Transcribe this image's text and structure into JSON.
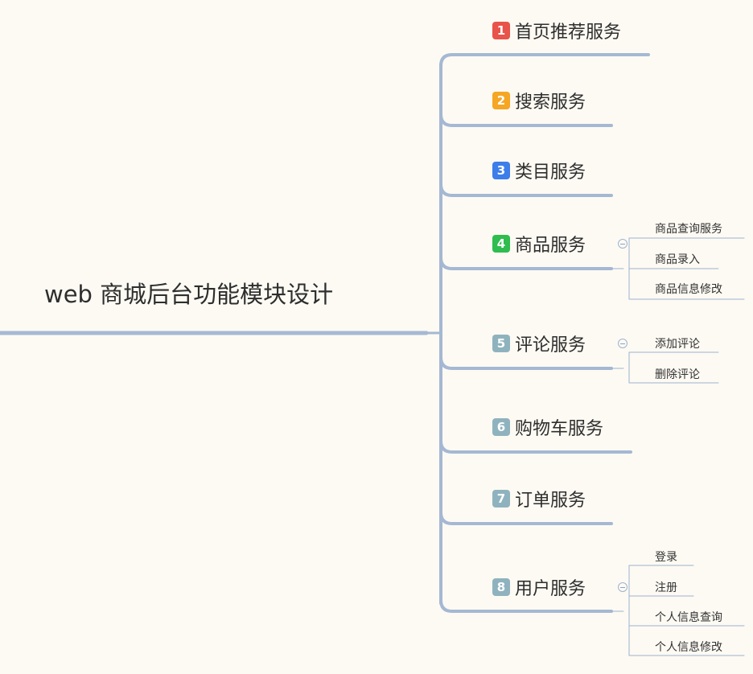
{
  "root": {
    "title": "web 商城后台功能模块设计"
  },
  "branches": [
    {
      "num": "1",
      "label": "首页推荐服务",
      "color": "#e8534a",
      "children": []
    },
    {
      "num": "2",
      "label": "搜索服务",
      "color": "#f5a623",
      "children": []
    },
    {
      "num": "3",
      "label": "类目服务",
      "color": "#3d7eea",
      "children": []
    },
    {
      "num": "4",
      "label": "商品服务",
      "color": "#2ebd4e",
      "children": [
        "商品查询服务",
        "商品录入",
        "商品信息修改"
      ]
    },
    {
      "num": "5",
      "label": "评论服务",
      "color": "#8fb3be",
      "children": [
        "添加评论",
        "删除评论"
      ]
    },
    {
      "num": "6",
      "label": "购物车服务",
      "color": "#8fb3be",
      "children": []
    },
    {
      "num": "7",
      "label": "订单服务",
      "color": "#8fb3be",
      "children": []
    },
    {
      "num": "8",
      "label": "用户服务",
      "color": "#8fb3be",
      "children": [
        "登录",
        "注册",
        "个人信息查询",
        "个人信息修改"
      ]
    }
  ],
  "colors": {
    "connector": "#a5b8d3",
    "leaf_line": "#9db3cf",
    "background": "#fdfaf3"
  }
}
